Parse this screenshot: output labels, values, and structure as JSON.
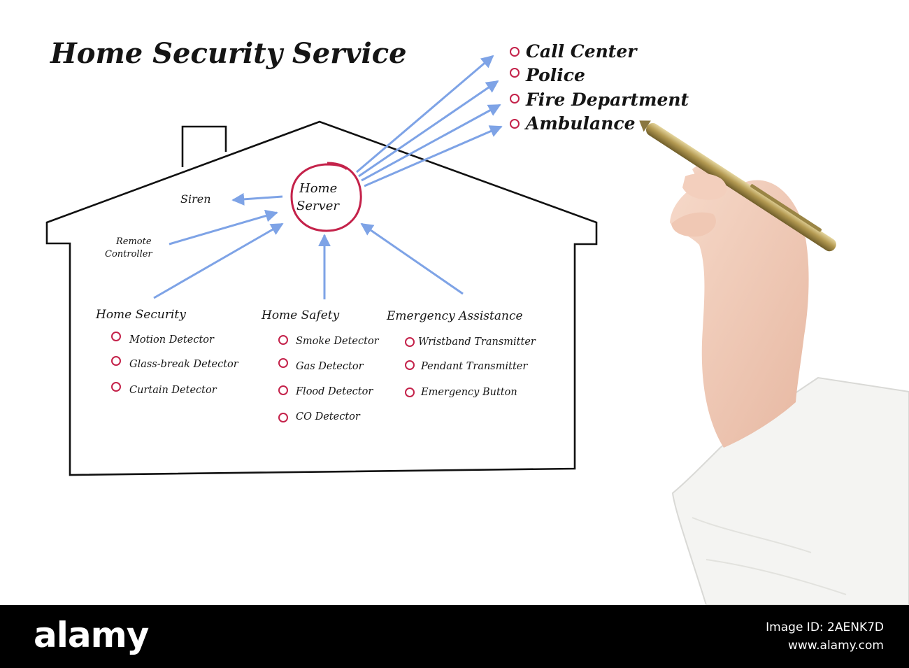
{
  "title": "Home Security Service",
  "services": [
    "Call Center",
    "Police",
    "Fire Department",
    "Ambulance"
  ],
  "hub": {
    "line1": "Home",
    "line2": "Server"
  },
  "siren": "Siren",
  "remote": {
    "line1": "Remote",
    "line2": "Controller"
  },
  "groups": [
    {
      "heading": "Home Security",
      "items": [
        "Motion Detector",
        "Glass-break Detector",
        "Curtain Detector"
      ]
    },
    {
      "heading": "Home Safety",
      "items": [
        "Smoke Detector",
        "Gas Detector",
        "Flood Detector",
        "CO Detector"
      ]
    },
    {
      "heading": "Emergency Assistance",
      "items": [
        "Wristband Transmitter",
        "Pendant Transmitter",
        "Emergency Button"
      ]
    }
  ],
  "colors": {
    "arrow": "#7ea3e6",
    "bullet": "#c4224a",
    "ink": "#151515",
    "pen": "#b49a52"
  },
  "footer": {
    "brand": "alamy",
    "image_id": "Image ID: 2AENK7D",
    "url": "www.alamy.com"
  }
}
